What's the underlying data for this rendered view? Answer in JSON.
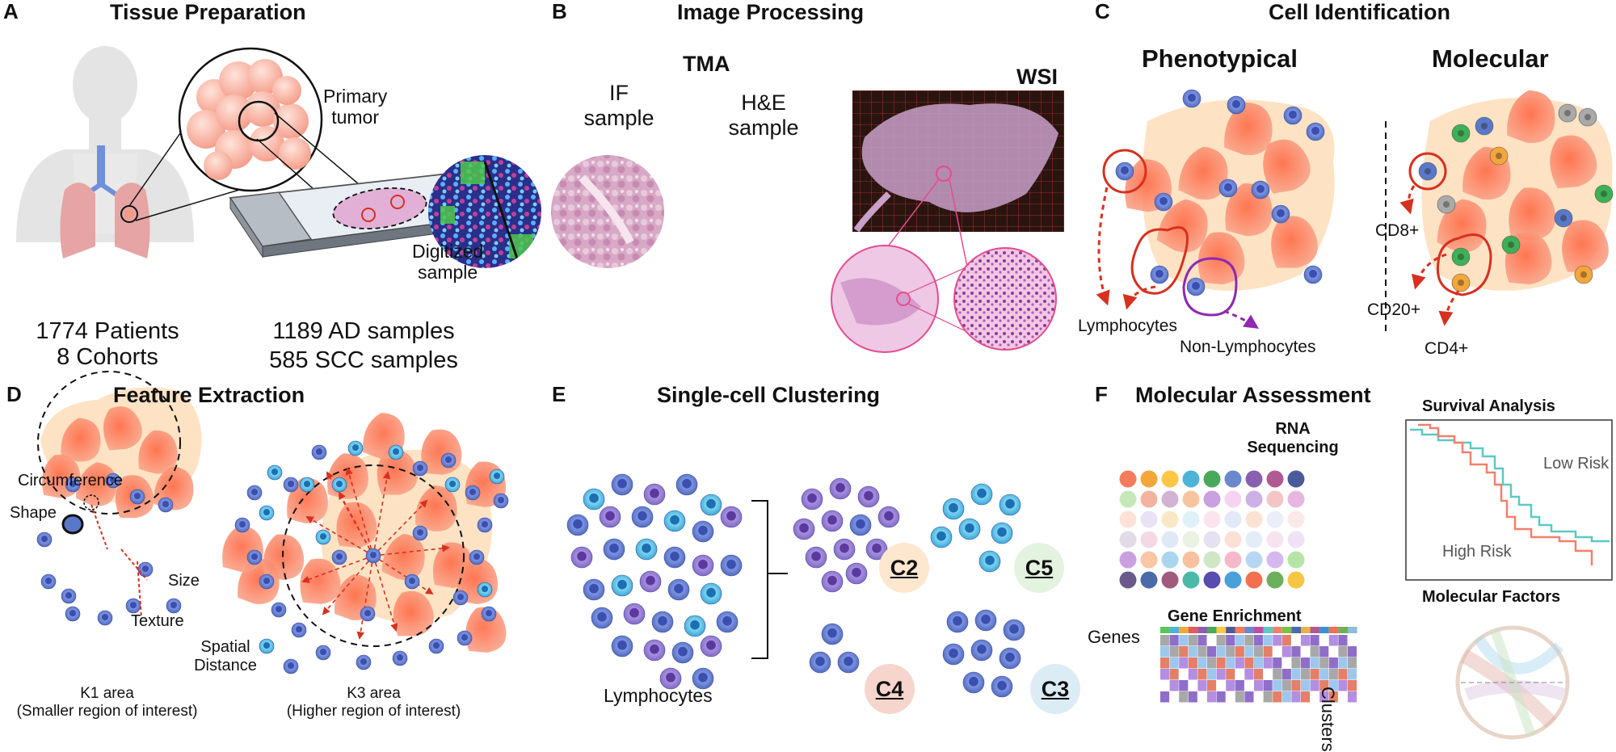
{
  "panels": {
    "a": {
      "letter": "A",
      "title": "Tissue Preparation",
      "primary_tumor": "Primary\ntumor",
      "digitized_sample": "Digitized\nsample",
      "patients": "1774 Patients",
      "cohorts": "8 Cohorts",
      "ad_samples": "1189 AD samples",
      "scc_samples": "585 SCC samples"
    },
    "b": {
      "letter": "B",
      "title": "Image Processing",
      "tma": "TMA",
      "wsi": "WSI",
      "if_sample": "IF\nsample",
      "he_sample": "H&E\nsample"
    },
    "c": {
      "letter": "C",
      "title": "Cell Identification",
      "phenotypical": "Phenotypical",
      "molecular": "Molecular",
      "lymphocytes": "Lymphocytes",
      "non_lymphocytes": "Non-Lymphocytes",
      "cd8": "CD8+",
      "cd20": "CD20+",
      "cd4": "CD4+"
    },
    "d": {
      "letter": "D",
      "title": "Feature Extraction",
      "circumference": "Circumference",
      "shape": "Shape",
      "size": "Size",
      "texture": "Texture",
      "spatial_distance": "Spatial\nDistance",
      "k1": "K1 area\n(Smaller region of interest)",
      "k3": "K3 area\n(Higher region of interest)"
    },
    "e": {
      "letter": "E",
      "title": "Single-cell Clustering",
      "lymphocytes": "Lymphocytes",
      "clusters": [
        "C2",
        "C5",
        "C4",
        "C3"
      ]
    },
    "f": {
      "letter": "F",
      "title": "Molecular Assessment",
      "rna": "RNA\nSequencing",
      "gene_enrichment": "Gene Enrichment",
      "genes": "Genes",
      "clusters": "Clusters",
      "survival_title": "Survival Analysis",
      "low_risk": "Low Risk",
      "high_risk": "High Risk",
      "molecular_factors": "Molecular Factors"
    }
  },
  "colors": {
    "tumor": "#f47a5c",
    "stroma": "#fde3c4",
    "lymph_blue": "#5a78c8",
    "lymph_purple": "#8e6bc7",
    "lymph_cyan": "#2aa6d8",
    "arrow_red": "#d7301f",
    "purple_arrow": "#8e2ab0",
    "low_risk_curve": "#5cc9c4",
    "high_risk_curve": "#f4806a"
  }
}
